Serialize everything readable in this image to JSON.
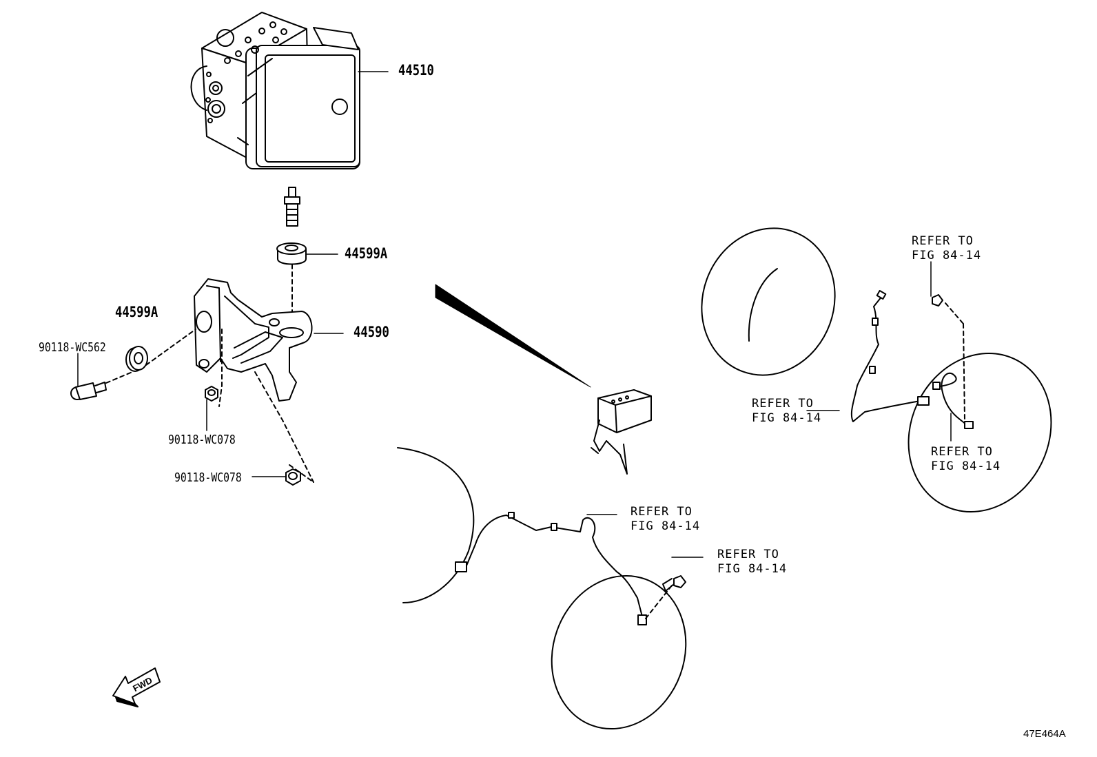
{
  "parts": {
    "p44510": "44510",
    "p44599a_top": "44599A",
    "p44599a_left": "44599A",
    "p44590": "44590",
    "p90118_wc562": "90118-WC562",
    "p90118_wc078_a": "90118-WC078",
    "p90118_wc078_b": "90118-WC078"
  },
  "refs": {
    "rear_top": "REFER TO\nFIG 84-14",
    "rear_left": "REFER TO\nFIG 84-14",
    "rear_bottom": "REFER TO\nFIG 84-14",
    "front_top": "REFER TO\nFIG 84-14",
    "front_bolt": "REFER TO\nFIG 84-14"
  },
  "fwd_label": "FWD",
  "diagram_code": "47E464A",
  "colors": {
    "line": "#000000",
    "background": "#ffffff"
  }
}
